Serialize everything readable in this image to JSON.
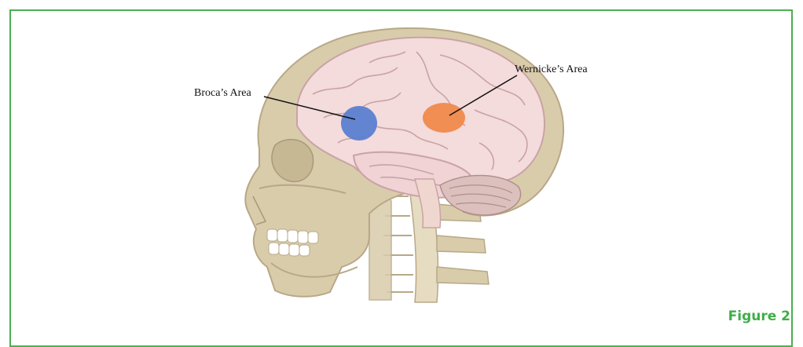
{
  "labels": {
    "broca": "Broca’s Area",
    "wernicke": "Wernicke’s Area"
  },
  "figure_caption": "Figure 2",
  "colors": {
    "frame_border": "#4caf50",
    "caption": "#3fae49",
    "skull": "#d9ccab",
    "skull_outline": "#b8a887",
    "brain": "#f4dbdc",
    "brain_folds": "#c9a3a6",
    "cerebellum": "#dcc0bd",
    "spine": "#e6dcc2",
    "broca_area": "#5b7fcf",
    "wernicke_area": "#f08a4b"
  }
}
